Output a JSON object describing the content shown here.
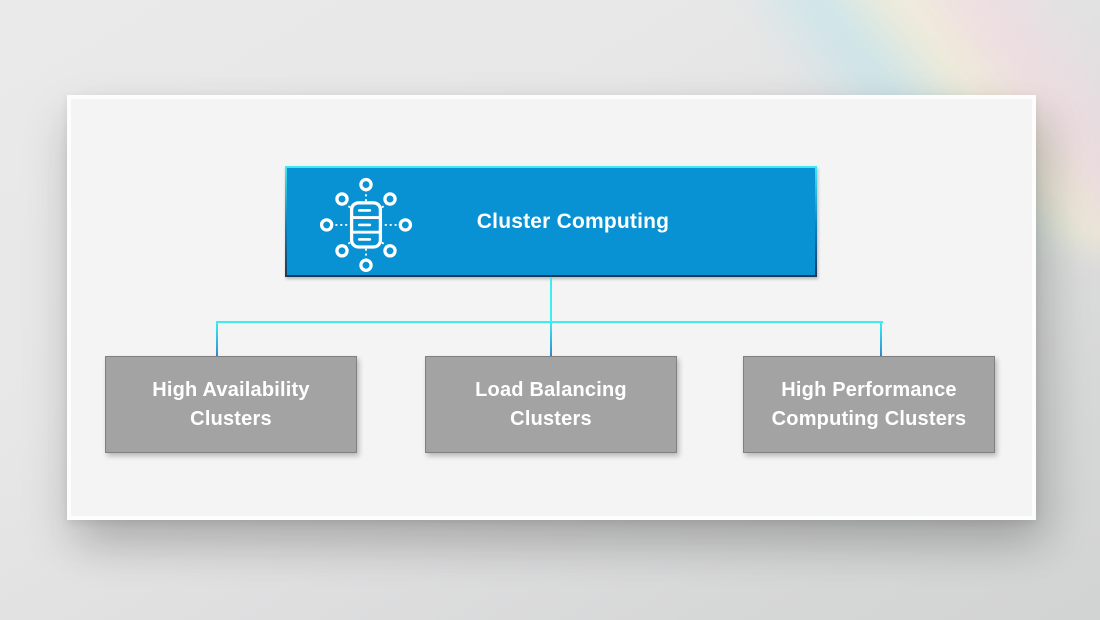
{
  "diagram": {
    "root": {
      "label": "Cluster Computing",
      "icon": "cluster-network-icon"
    },
    "children": [
      {
        "label": "High Availability Clusters"
      },
      {
        "label": "Load Balancing Clusters"
      },
      {
        "label": "High Performance Computing Clusters"
      }
    ],
    "colors": {
      "root_fill": "#0892d3",
      "root_border_top": "#41e9f2",
      "root_border_bottom": "#1b3a55",
      "child_fill": "#a3a3a3",
      "child_border": "#808080",
      "connector_cyan": "#3beef2",
      "connector_blue": "#2f89d2",
      "node_text": "#ffffff",
      "card_bg": "#f4f4f5"
    }
  }
}
